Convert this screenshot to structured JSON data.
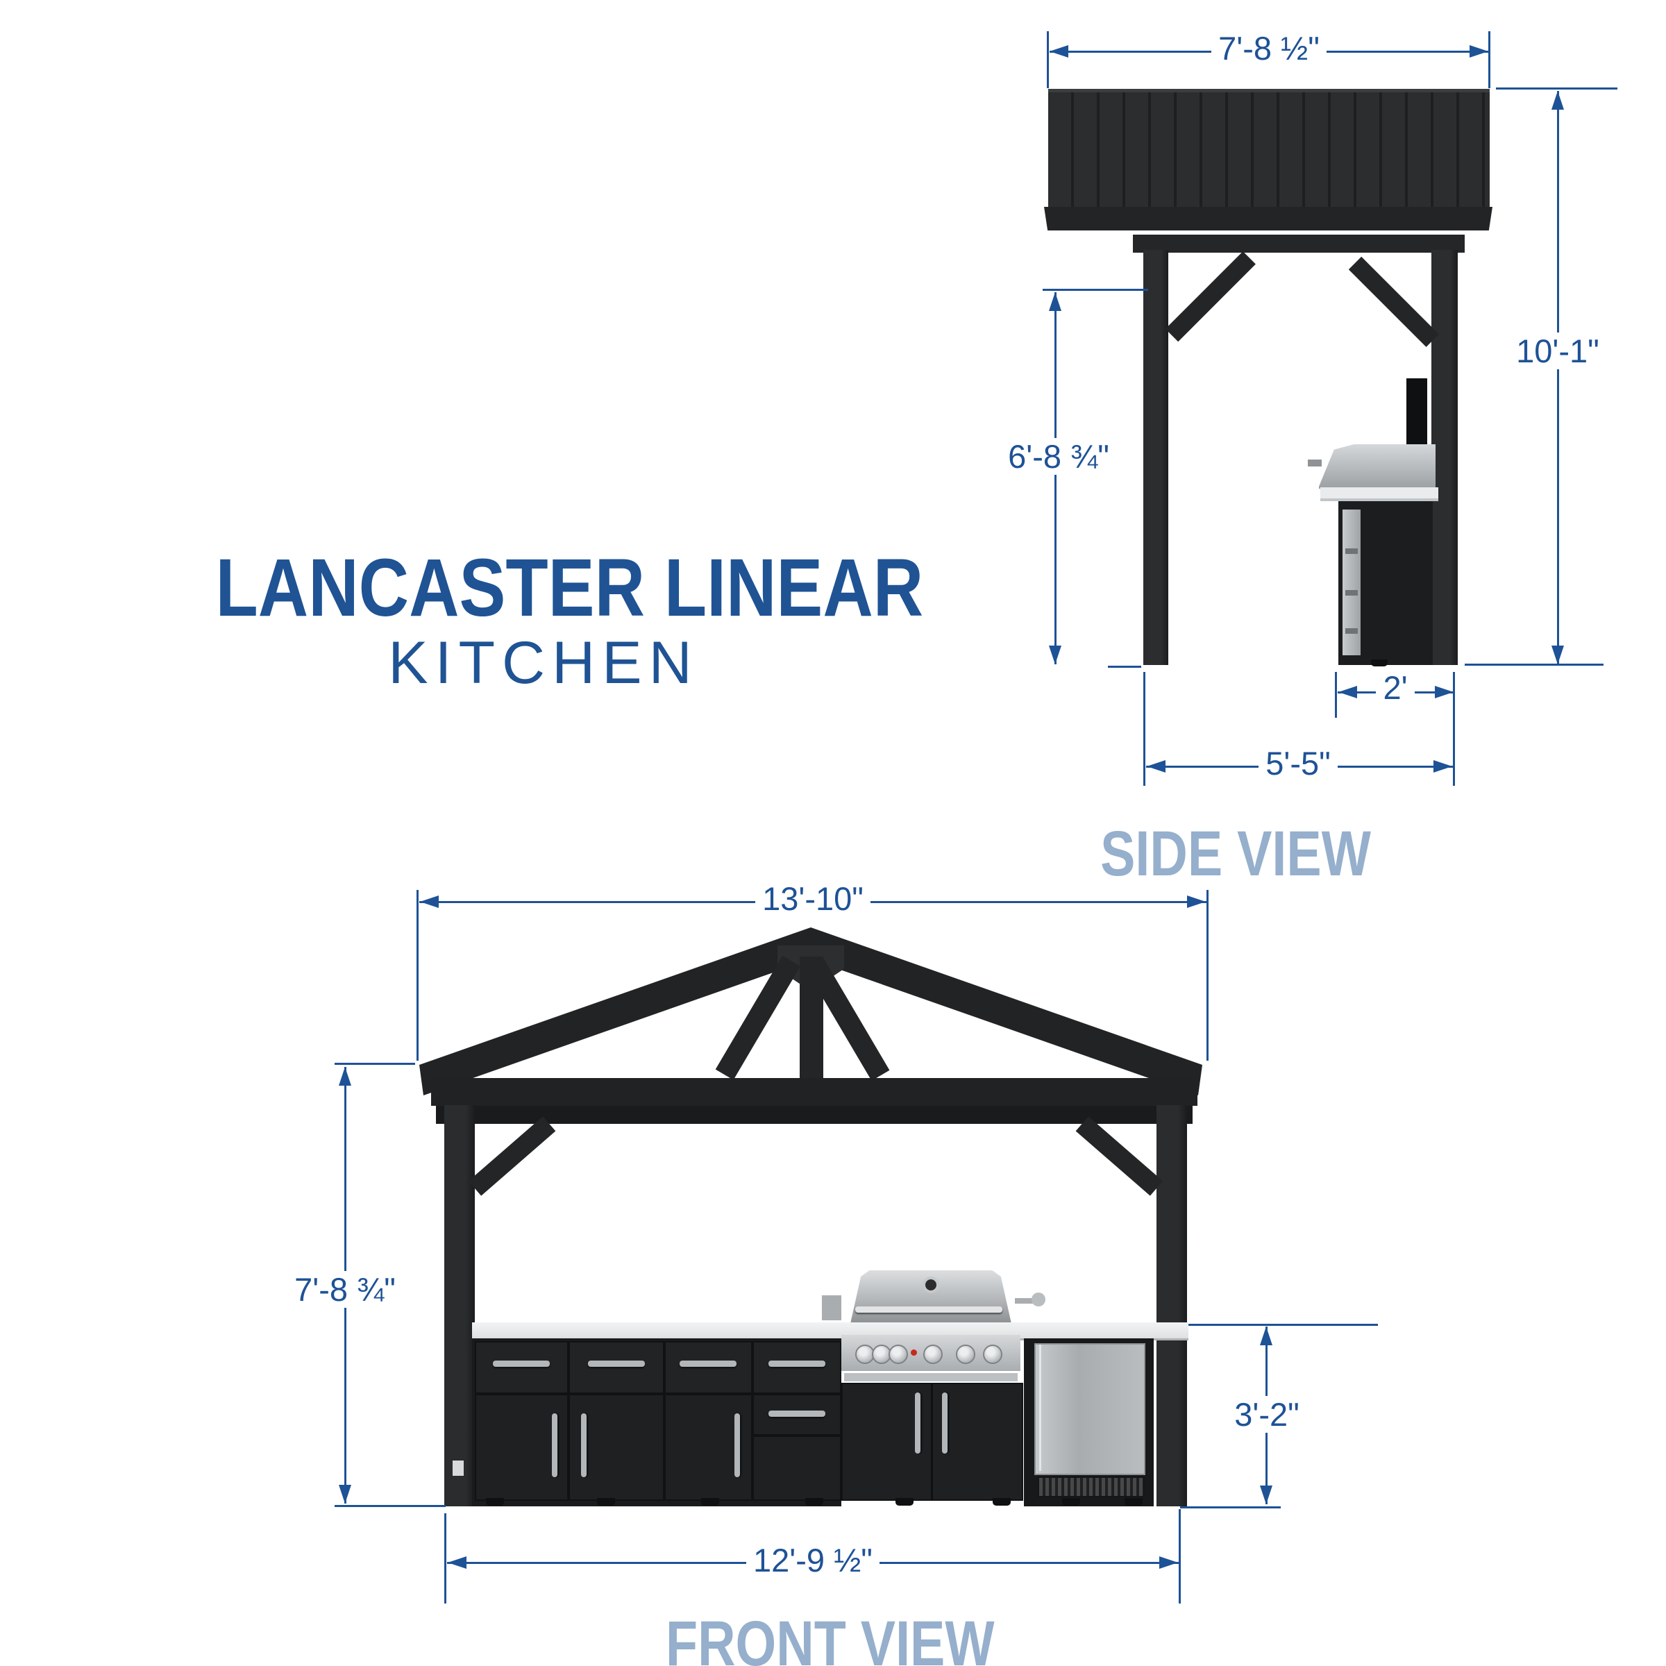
{
  "title": {
    "main": "LANCASTER LINEAR",
    "sub": "KITCHEN"
  },
  "colors": {
    "dimension_blue": "#1E5296",
    "title_blue": "#1F5394",
    "view_label_blue": "#95AFCC",
    "structure_black": "#202224",
    "counter_gray": "#E9EBEC",
    "stainless_gray": "#C2C5C8"
  },
  "side_view": {
    "label": "SIDE VIEW",
    "dimensions": {
      "roof_width": {
        "label": "7'-8 ½\""
      },
      "overall_height": {
        "label": "10'-1\""
      },
      "clearance_height": {
        "label": "6'-8 ¾\""
      },
      "counter_depth": {
        "label": "2'"
      },
      "base_depth": {
        "label": "5'-5\""
      }
    }
  },
  "front_view": {
    "label": "FRONT VIEW",
    "dimensions": {
      "roof_width": {
        "label": "13'-10\""
      },
      "clearance_height": {
        "label": "7'-8 ¾\""
      },
      "counter_height": {
        "label": "3'-2\""
      },
      "base_width": {
        "label": "12'-9 ½\""
      }
    }
  }
}
